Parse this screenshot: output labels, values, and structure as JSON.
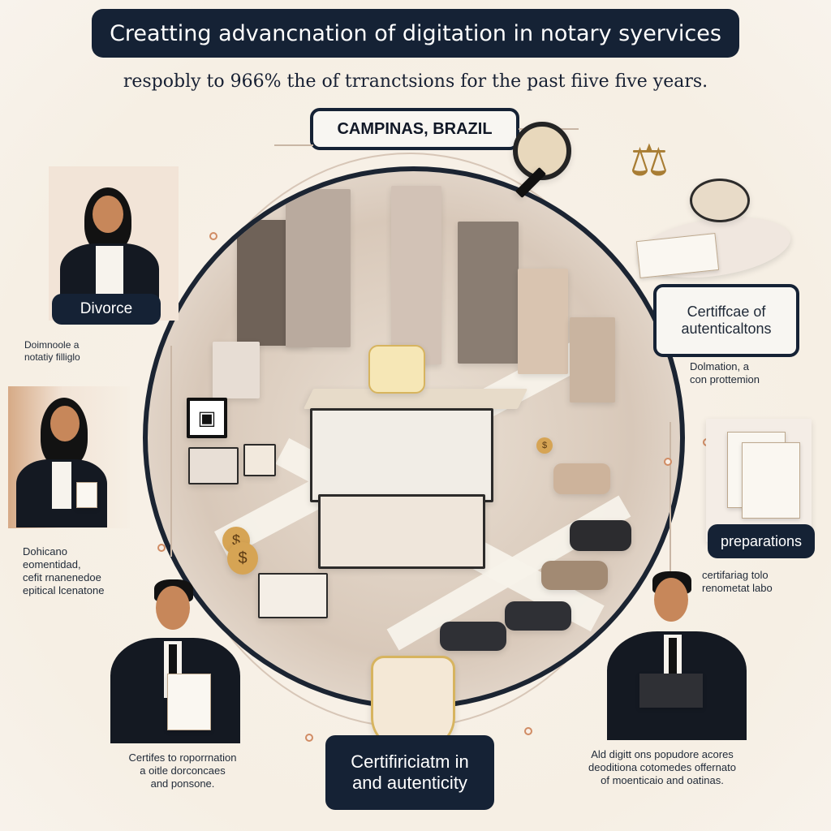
{
  "header": {
    "title": "Creatting advancnation of digitation in notary syervices",
    "subtitle": "respobly to 966% the of trranctsions for the past fiive five years.",
    "location": "CAMPINAS, BRAZIL"
  },
  "labels": {
    "divorce": "Divorce",
    "certificate_top_right_1": "Certiffcae of",
    "certificate_top_right_2": "autenticaltons",
    "preparations": "preparations",
    "bottom_center_1": "Certifiriciatm in",
    "bottom_center_2": "and autenticity"
  },
  "notes": {
    "left_top_1": "Doimnoole a",
    "left_top_2": "notatiy filliglo",
    "left_mid_1": "Dohicano",
    "left_mid_2": "eomentidad,",
    "left_mid_3": "cefit rnanenedoe",
    "left_mid_4": "epitical lcenatone",
    "right_mid_1": "Dolmation, a",
    "right_mid_2": "con prottemion",
    "right_low_1": "certifariag tolo",
    "right_low_2": "renometat labo",
    "bottom_left_1": "Certifes to roporrnation",
    "bottom_left_2": "a oitle dorconcaes",
    "bottom_left_3": "and ponsone.",
    "bottom_right_1": "Ald digitt ons popudore acores",
    "bottom_right_2": "deoditiona cotomedes offernato",
    "bottom_right_3": "of moenticaio and oatinas."
  },
  "glyphs": {
    "dollar": "$",
    "scales": "⚖",
    "magnifier": "⌕",
    "image": "▣"
  },
  "colors": {
    "navy": "#152235",
    "cream": "#f6efe4",
    "accent": "#d08c64",
    "gold": "#c79b4a"
  }
}
